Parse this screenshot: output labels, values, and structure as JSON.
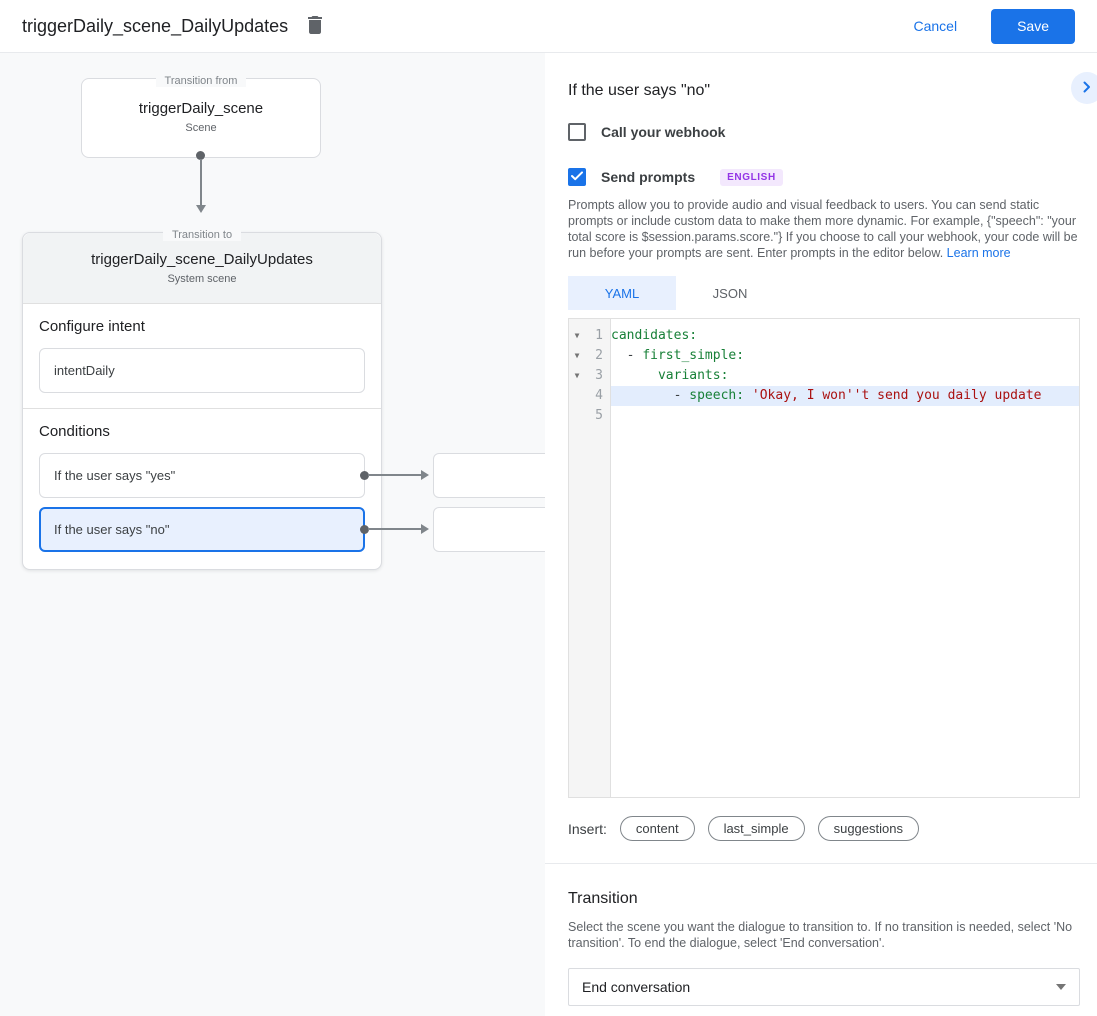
{
  "header": {
    "title": "triggerDaily_scene_DailyUpdates",
    "cancel_label": "Cancel",
    "save_label": "Save"
  },
  "flow": {
    "from": {
      "legend": "Transition from",
      "title": "triggerDaily_scene",
      "subtitle": "Scene"
    },
    "to": {
      "legend": "Transition to",
      "title": "triggerDaily_scene_DailyUpdates",
      "subtitle": "System scene",
      "configure_intent_label": "Configure intent",
      "intent_value": "intentDaily",
      "conditions_label": "Conditions",
      "conditions": [
        {
          "label": "If the user says \"yes\"",
          "selected": false
        },
        {
          "label": "If the user says \"no\"",
          "selected": true
        }
      ]
    }
  },
  "panel": {
    "title": "If the user says \"no\"",
    "webhook_label": "Call your webhook",
    "send_prompts_label": "Send prompts",
    "language_badge": "ENGLISH",
    "description": "Prompts allow you to provide audio and visual feedback to users. You can send static prompts or include custom data to make them more dynamic. For example, {\"speech\": \"your total score is $session.params.score.\"} If you choose to call your webhook, your code will be run before your prompts are sent. Enter prompts in the editor below. ",
    "learn_more_label": "Learn more",
    "tabs": [
      {
        "label": "YAML",
        "active": true
      },
      {
        "label": "JSON",
        "active": false
      }
    ],
    "editor": {
      "lines": [
        {
          "number": "1",
          "fold": "▼",
          "tokens": [
            {
              "t": "candidates:",
              "c": "key"
            }
          ]
        },
        {
          "number": "2",
          "fold": "▼",
          "tokens": [
            {
              "t": "  - ",
              "c": "plain"
            },
            {
              "t": "first_simple:",
              "c": "key"
            }
          ]
        },
        {
          "number": "3",
          "fold": "▼",
          "tokens": [
            {
              "t": "      ",
              "c": "plain"
            },
            {
              "t": "variants:",
              "c": "key"
            }
          ]
        },
        {
          "number": "4",
          "fold": "",
          "tokens": [
            {
              "t": "        - ",
              "c": "plain"
            },
            {
              "t": "speech: ",
              "c": "key"
            },
            {
              "t": "'Okay, I won''t send you daily update",
              "c": "string"
            }
          ]
        },
        {
          "number": "5",
          "fold": "",
          "tokens": []
        }
      ]
    },
    "insert_label": "Insert:",
    "insert_chips": [
      "content",
      "last_simple",
      "suggestions"
    ],
    "transition": {
      "title": "Transition",
      "description": "Select the scene you want the dialogue to transition to. If no transition is needed, select 'No transition'. To end the dialogue, select 'End conversation'.",
      "select_value": "End conversation"
    }
  },
  "colors": {
    "accent": "#1a73e8",
    "selection_bg": "#e8f0fe",
    "canvas_bg": "#f8f9fa",
    "badge_bg": "#f3e8fd",
    "badge_text": "#9334e6",
    "code_key": "#188038",
    "code_string": "#aa1111"
  }
}
